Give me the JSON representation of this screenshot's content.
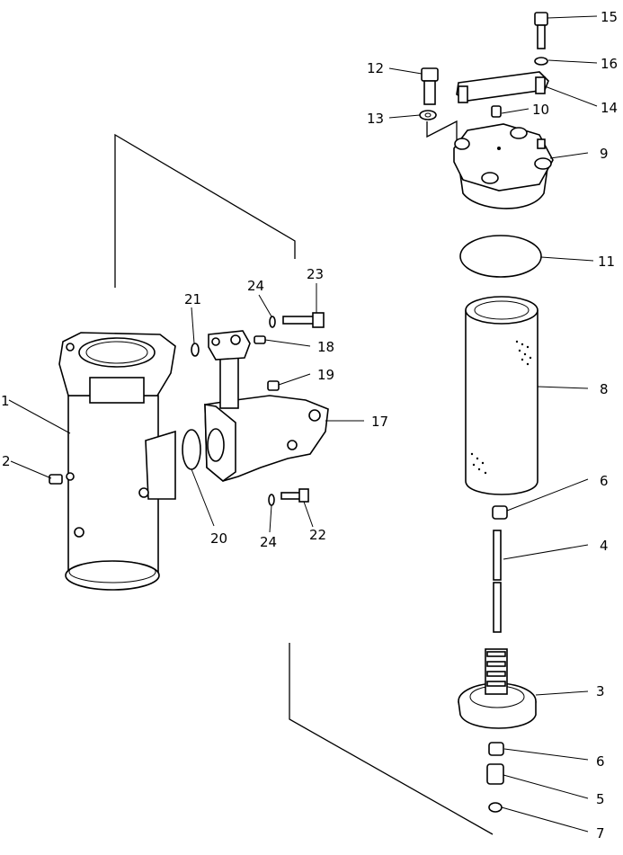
{
  "diagram": {
    "callouts": [
      {
        "id": "c1",
        "label": "1"
      },
      {
        "id": "c2",
        "label": "2"
      },
      {
        "id": "c3",
        "label": "3"
      },
      {
        "id": "c4",
        "label": "4"
      },
      {
        "id": "c5",
        "label": "5"
      },
      {
        "id": "c6a",
        "label": "6"
      },
      {
        "id": "c6b",
        "label": "6"
      },
      {
        "id": "c7",
        "label": "7"
      },
      {
        "id": "c8",
        "label": "8"
      },
      {
        "id": "c9",
        "label": "9"
      },
      {
        "id": "c10",
        "label": "10"
      },
      {
        "id": "c11",
        "label": "11"
      },
      {
        "id": "c12",
        "label": "12"
      },
      {
        "id": "c13",
        "label": "13"
      },
      {
        "id": "c14",
        "label": "14"
      },
      {
        "id": "c15",
        "label": "15"
      },
      {
        "id": "c16",
        "label": "16"
      },
      {
        "id": "c17",
        "label": "17"
      },
      {
        "id": "c18",
        "label": "18"
      },
      {
        "id": "c19",
        "label": "19"
      },
      {
        "id": "c20",
        "label": "20"
      },
      {
        "id": "c21",
        "label": "21"
      },
      {
        "id": "c22",
        "label": "22"
      },
      {
        "id": "c23",
        "label": "23"
      },
      {
        "id": "c24a",
        "label": "24"
      },
      {
        "id": "c24b",
        "label": "24"
      }
    ]
  }
}
